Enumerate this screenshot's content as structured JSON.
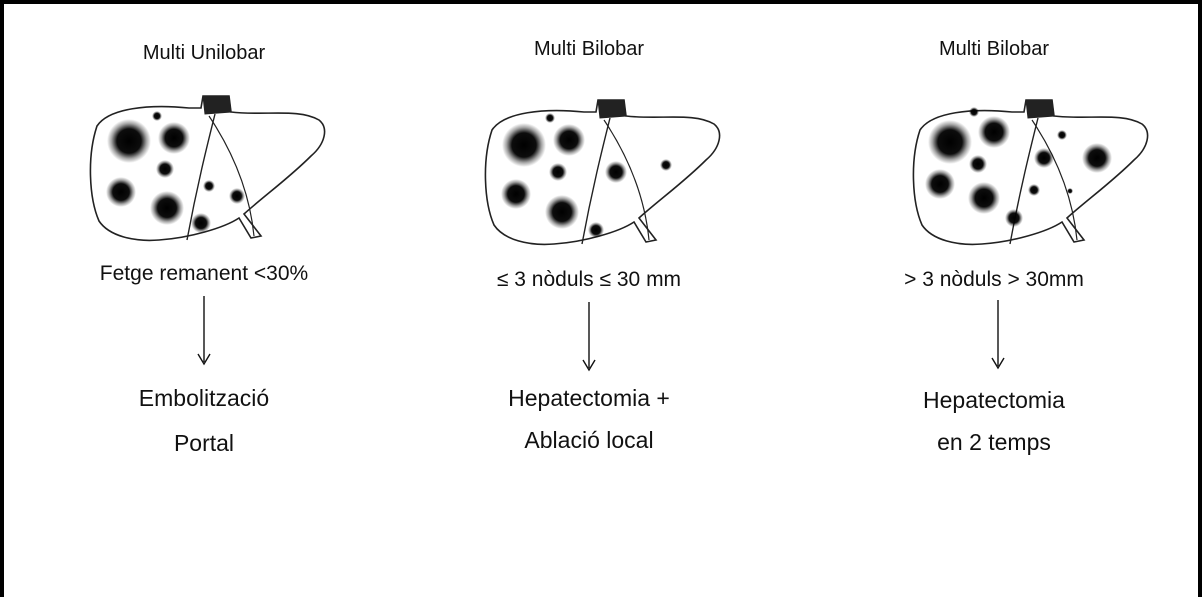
{
  "columns": [
    {
      "title": "Multi Unilobar",
      "criteria": "Fetge remanent <30%",
      "result_lines": [
        "Embolització",
        "Portal"
      ]
    },
    {
      "title": "Multi Bilobar",
      "criteria": "≤ 3 nòduls  ≤ 30 mm",
      "result_lines": [
        "Hepatectomia +",
        "Ablació local"
      ]
    },
    {
      "title": "Multi Bilobar",
      "criteria": "> 3 nòduls > 30mm",
      "result_lines": [
        "Hepatectomia",
        "en 2 temps"
      ]
    }
  ]
}
